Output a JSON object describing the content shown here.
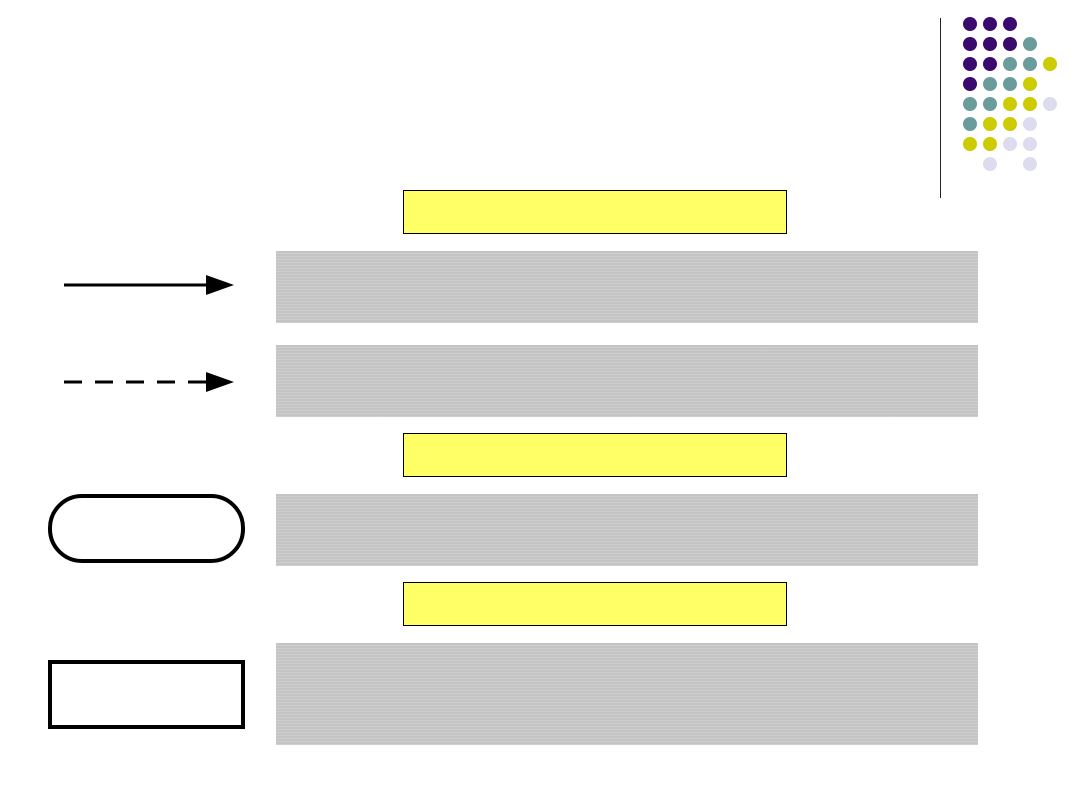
{
  "decoration": {
    "dot_colors": {
      "purple": "#3b0a6e",
      "teal": "#6a9c9c",
      "yellow": "#cccc00",
      "lavender": "#dcdcee"
    },
    "dot_grid": [
      [
        "purple",
        "purple",
        "purple",
        null,
        null
      ],
      [
        "purple",
        "purple",
        "purple",
        "teal",
        null
      ],
      [
        "purple",
        "purple",
        "teal",
        "teal",
        "yellow"
      ],
      [
        "purple",
        "teal",
        "teal",
        "yellow",
        null
      ],
      [
        "teal",
        "teal",
        "yellow",
        "yellow",
        "lavender"
      ],
      [
        "teal",
        "yellow",
        "yellow",
        "lavender",
        null
      ],
      [
        "yellow",
        "yellow",
        "lavender",
        "lavender",
        null
      ],
      [
        null,
        "lavender",
        null,
        "lavender",
        null
      ]
    ]
  },
  "colors": {
    "heading_fill": "#ffff66",
    "description_fill": "#c4c4c4",
    "symbol_stroke": "#000000"
  },
  "legend": {
    "headings": [
      {
        "label": ""
      },
      {
        "label": ""
      },
      {
        "label": ""
      }
    ],
    "rows": [
      {
        "symbol": "solid-arrow",
        "description": ""
      },
      {
        "symbol": "dashed-arrow",
        "description": ""
      },
      {
        "symbol": "rounded-rectangle",
        "label": "",
        "description": ""
      },
      {
        "symbol": "rectangle",
        "label": "",
        "description": ""
      }
    ]
  }
}
